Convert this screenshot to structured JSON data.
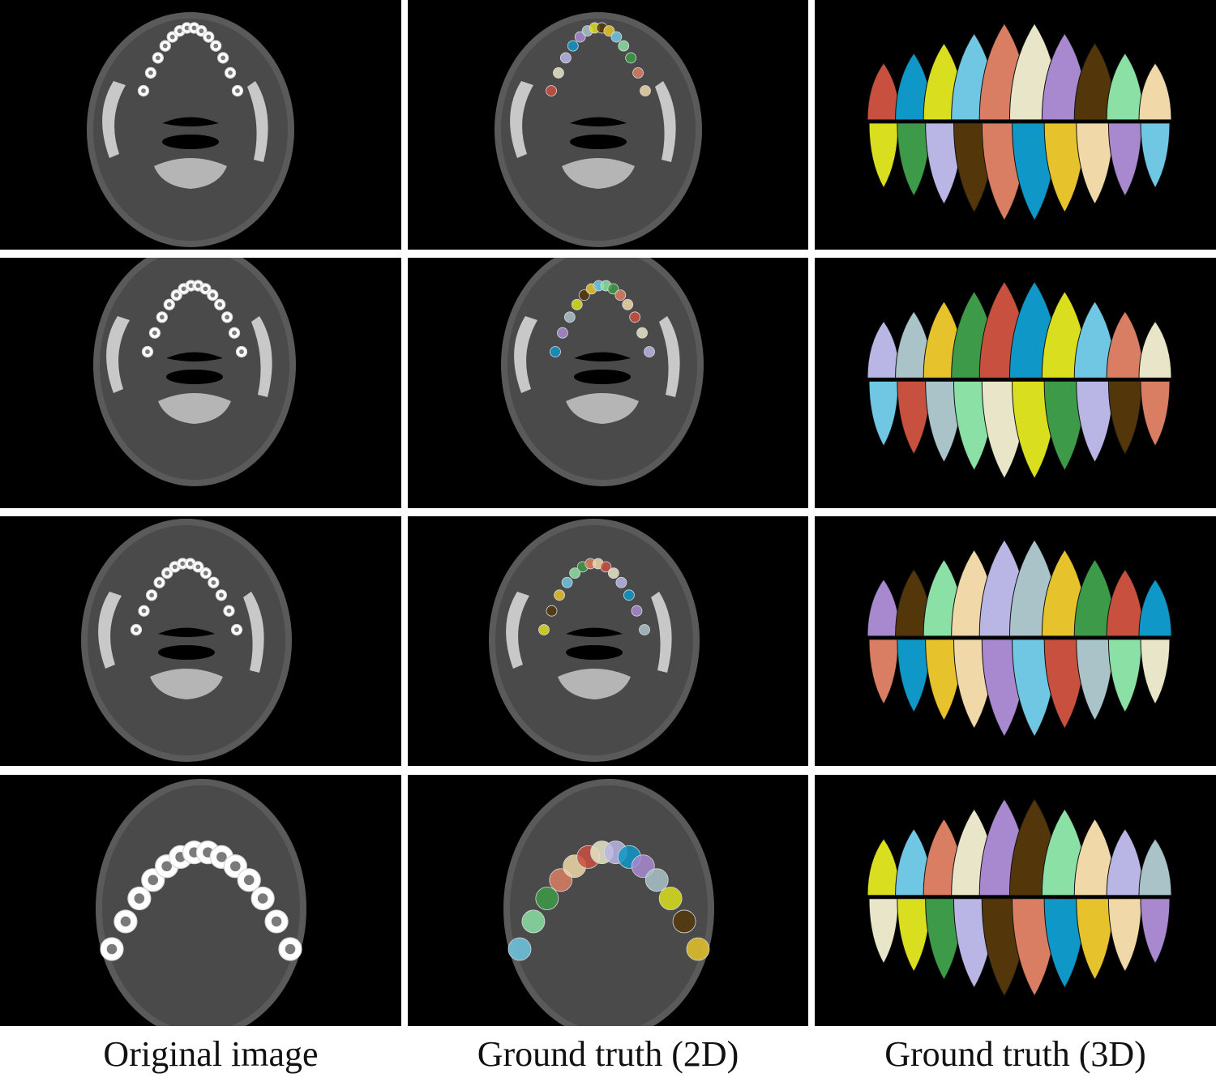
{
  "figure": {
    "columns": [
      {
        "label": "Original image",
        "panel_type": "ct-slice-original"
      },
      {
        "label": "Ground truth (2D)",
        "panel_type": "ct-slice-segmented"
      },
      {
        "label": "Ground truth (3D)",
        "panel_type": "teeth-3d-rendering"
      }
    ],
    "rows": 4,
    "colors": {
      "background": "#000000",
      "separator": "#ffffff",
      "tooth_labels": [
        "#c8503f",
        "#e8e5c8",
        "#b9b6e6",
        "#0e97c7",
        "#a889d0",
        "#a9c3c9",
        "#d9df1f",
        "#53370a",
        "#e6c32c",
        "#70c7e3",
        "#8be0a6",
        "#3d9a48",
        "#d97e62",
        "#f0d8a8"
      ]
    }
  }
}
